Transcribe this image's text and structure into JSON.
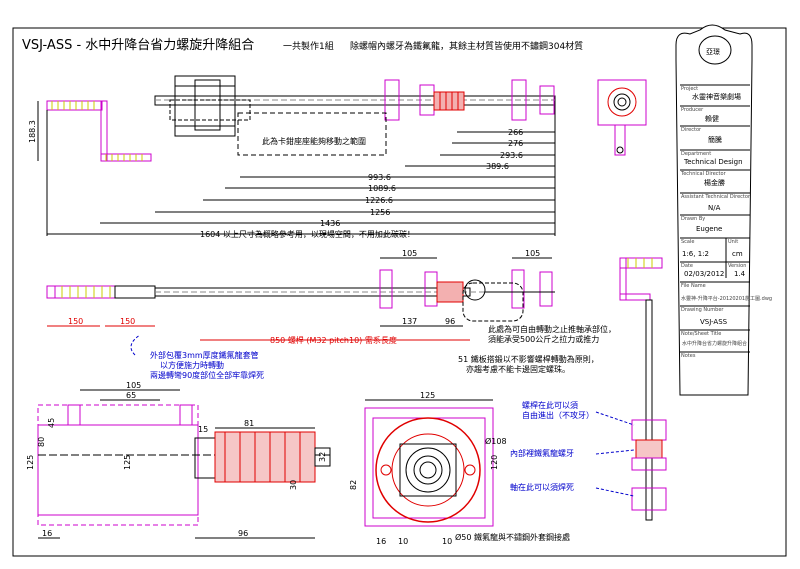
{
  "title": "VSJ-ASS - 水中升降台省力螺旋升降組合",
  "qty_note": "一共製作1組",
  "material_note": "除螺帽內螺牙為鐵氟龍，其餘主材質皆使用不鏽鋼304材質",
  "range_note": "此為卡鉗座座能夠移動之範圍",
  "overall_note": "1604 以上尺寸為概略參考用，以現場空間，不用加此碳碳！",
  "dims_top": {
    "d266": "266",
    "d276": "276",
    "d2936": "293.6",
    "d3896": "389.6",
    "d9936": "993.6",
    "d10896": "1089.6",
    "d12266": "1226.6",
    "d1256": "1256",
    "d1436": "1436",
    "d1883": "188.3"
  },
  "dims_mid": {
    "d105": "105",
    "d150a": "150",
    "d150b": "150",
    "d137": "137",
    "d96": "96"
  },
  "screw_note": "850 螺桿 (M32 pitch10) 需系長度",
  "bearing_note": "此處為可自由轉動之止推軸承部位，\n須能承受500公斤之拉力或推力",
  "tube_note": "外部包覆3mm厚度鐵氟龍套管\n以方便施力時轉動\n兩邊轉彎90度部位全部牢靠焊死",
  "thread_note": "51 鐵板搭鍛以不影響螺桿轉動為原則，\n亦趨考慮不能卡邊固定螺珠。",
  "dims_bottom": {
    "d105": "105",
    "d65": "65",
    "d125a": "125",
    "d80": "80",
    "d45": "45",
    "d125b": "125",
    "d15": "15",
    "d81": "81",
    "d32": "32",
    "d30": "30",
    "d16a": "16",
    "d96": "96",
    "d125c": "125",
    "d108": "Ø108",
    "d120": "120",
    "d82": "82",
    "d10a": "10",
    "d10b": "10",
    "d16b": "16"
  },
  "teflon_note": "Ø50 鐵氟龍與不鏽鋼外套鋼接處",
  "side_notes": {
    "a": "螺桿在此可以須\n自由進出（不攻牙）",
    "b": "內部裡鐵氟龍螺牙",
    "c": "軸在此可以須焊死"
  },
  "titleblock": {
    "logo": "亞璟",
    "project_label": "Project",
    "project": "水靈神音樂劇場",
    "producer_label": "Producer",
    "producer": "賴健",
    "director_label": "Director",
    "director": "簡騰",
    "department_label": "Department",
    "department": "Technical Design",
    "tech_director_label": "Technical Director",
    "tech_director": "楊金勝",
    "assistant_label": "Assistant Technical Director",
    "assistant": "N/A",
    "drawn_label": "Drawn By",
    "drawn": "Eugene",
    "scale_label": "Scale",
    "scale": "1:6, 1:2",
    "unit_label": "Unit",
    "unit": "cm",
    "date_label": "Date",
    "date": "02/03/2012",
    "version_label": "Version",
    "version": "1.4",
    "file_label": "File Name",
    "file": "水靈神-升降平台-20120201施工圖.dwg",
    "drawing_label": "Drawing Number",
    "drawing": "VSJ-ASS",
    "sheet_label": "Note/Sheet Title",
    "sheet": "水中升降台省力螺旋升降組合",
    "notes_label": "Notes"
  }
}
